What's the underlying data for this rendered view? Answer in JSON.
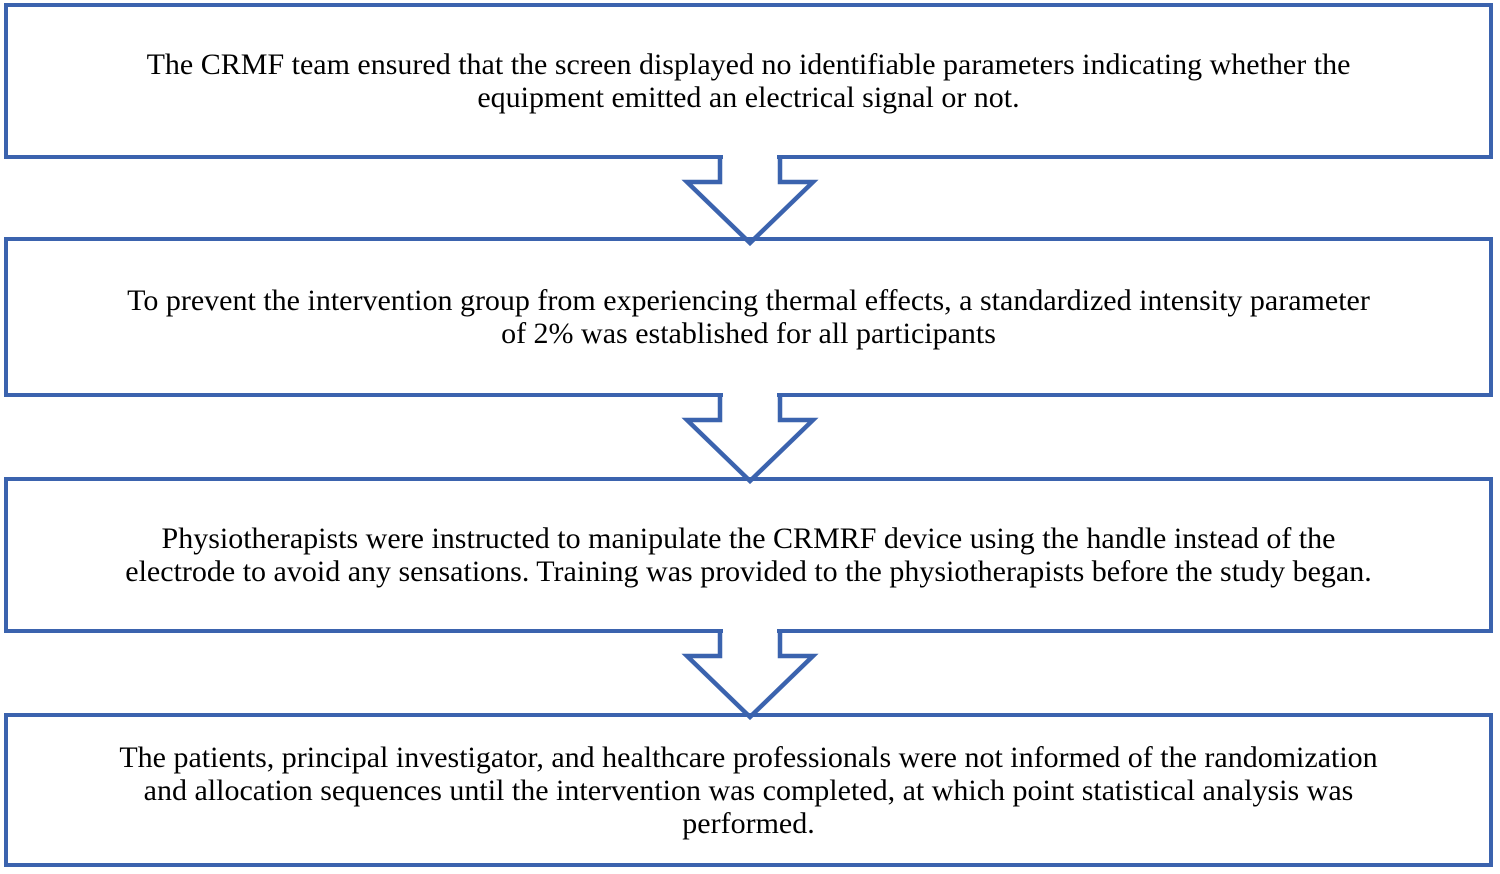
{
  "colors": {
    "border_blue": "#3B63AE",
    "text": "#000000",
    "background": "#ffffff"
  },
  "boxes": [
    {
      "name": "step-1-blinding-screen",
      "lines": [
        "The CRMF team ensured that the screen displayed no identifiable parameters indicating whether the",
        "equipment emitted an electrical signal or not."
      ]
    },
    {
      "name": "step-2-intensity-parameter",
      "lines": [
        "To prevent the intervention group from experiencing thermal effects, a standardized intensity parameter",
        "of 2% was established for all participants"
      ]
    },
    {
      "name": "step-3-physiotherapist-training",
      "lines": [
        "Physiotherapists were instructed to manipulate the CRMRF device using the handle instead of the",
        "electrode to avoid any sensations. Training was provided to the physiotherapists before the study began."
      ]
    },
    {
      "name": "step-4-allocation-concealment",
      "lines": [
        "The patients, principal investigator, and healthcare professionals were not informed of the randomization",
        "and allocation sequences until the intervention was completed, at which point statistical analysis was",
        "performed."
      ]
    }
  ],
  "connectors": [
    {
      "name": "down-arrow-1"
    },
    {
      "name": "down-arrow-2"
    },
    {
      "name": "down-arrow-3"
    }
  ]
}
